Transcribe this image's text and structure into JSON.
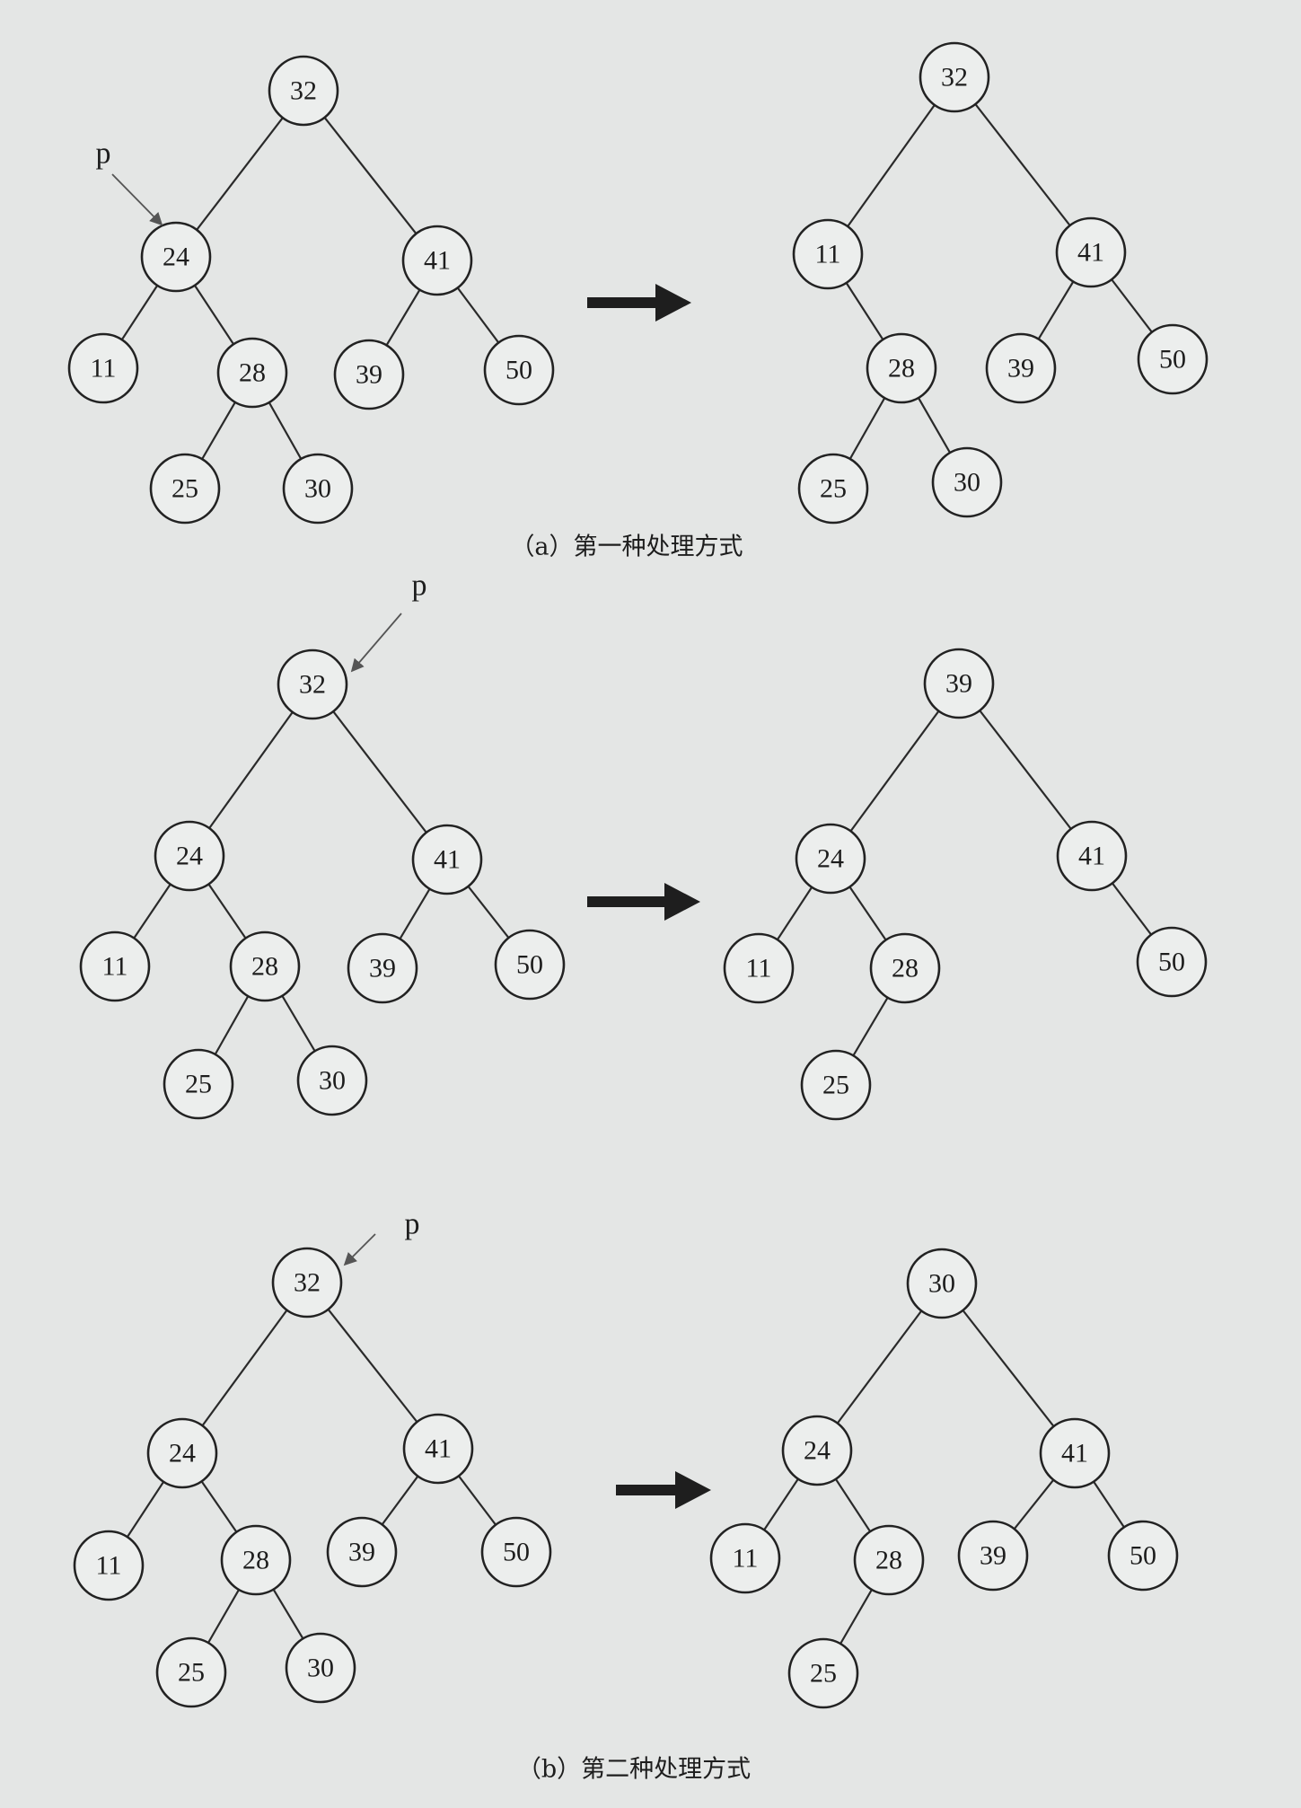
{
  "diagram": {
    "pointer_label": "p",
    "captions": {
      "a": "（a）第一种处理方式",
      "b": "（b）第二种处理方式"
    },
    "trees": [
      {
        "id": "a-before",
        "nodes": [
          "32",
          "24",
          "41",
          "11",
          "28",
          "39",
          "50",
          "25",
          "30"
        ]
      },
      {
        "id": "a-after",
        "nodes": [
          "32",
          "11",
          "41",
          "28",
          "39",
          "50",
          "25",
          "30"
        ]
      },
      {
        "id": "b1-before",
        "nodes": [
          "32",
          "24",
          "41",
          "11",
          "28",
          "39",
          "50",
          "25",
          "30"
        ]
      },
      {
        "id": "b1-after",
        "nodes": [
          "39",
          "24",
          "41",
          "11",
          "28",
          "50",
          "25"
        ]
      },
      {
        "id": "b2-before",
        "nodes": [
          "32",
          "24",
          "41",
          "11",
          "28",
          "39",
          "50",
          "25",
          "30"
        ]
      },
      {
        "id": "b2-after",
        "nodes": [
          "30",
          "24",
          "41",
          "11",
          "28",
          "39",
          "50",
          "25"
        ]
      }
    ]
  }
}
